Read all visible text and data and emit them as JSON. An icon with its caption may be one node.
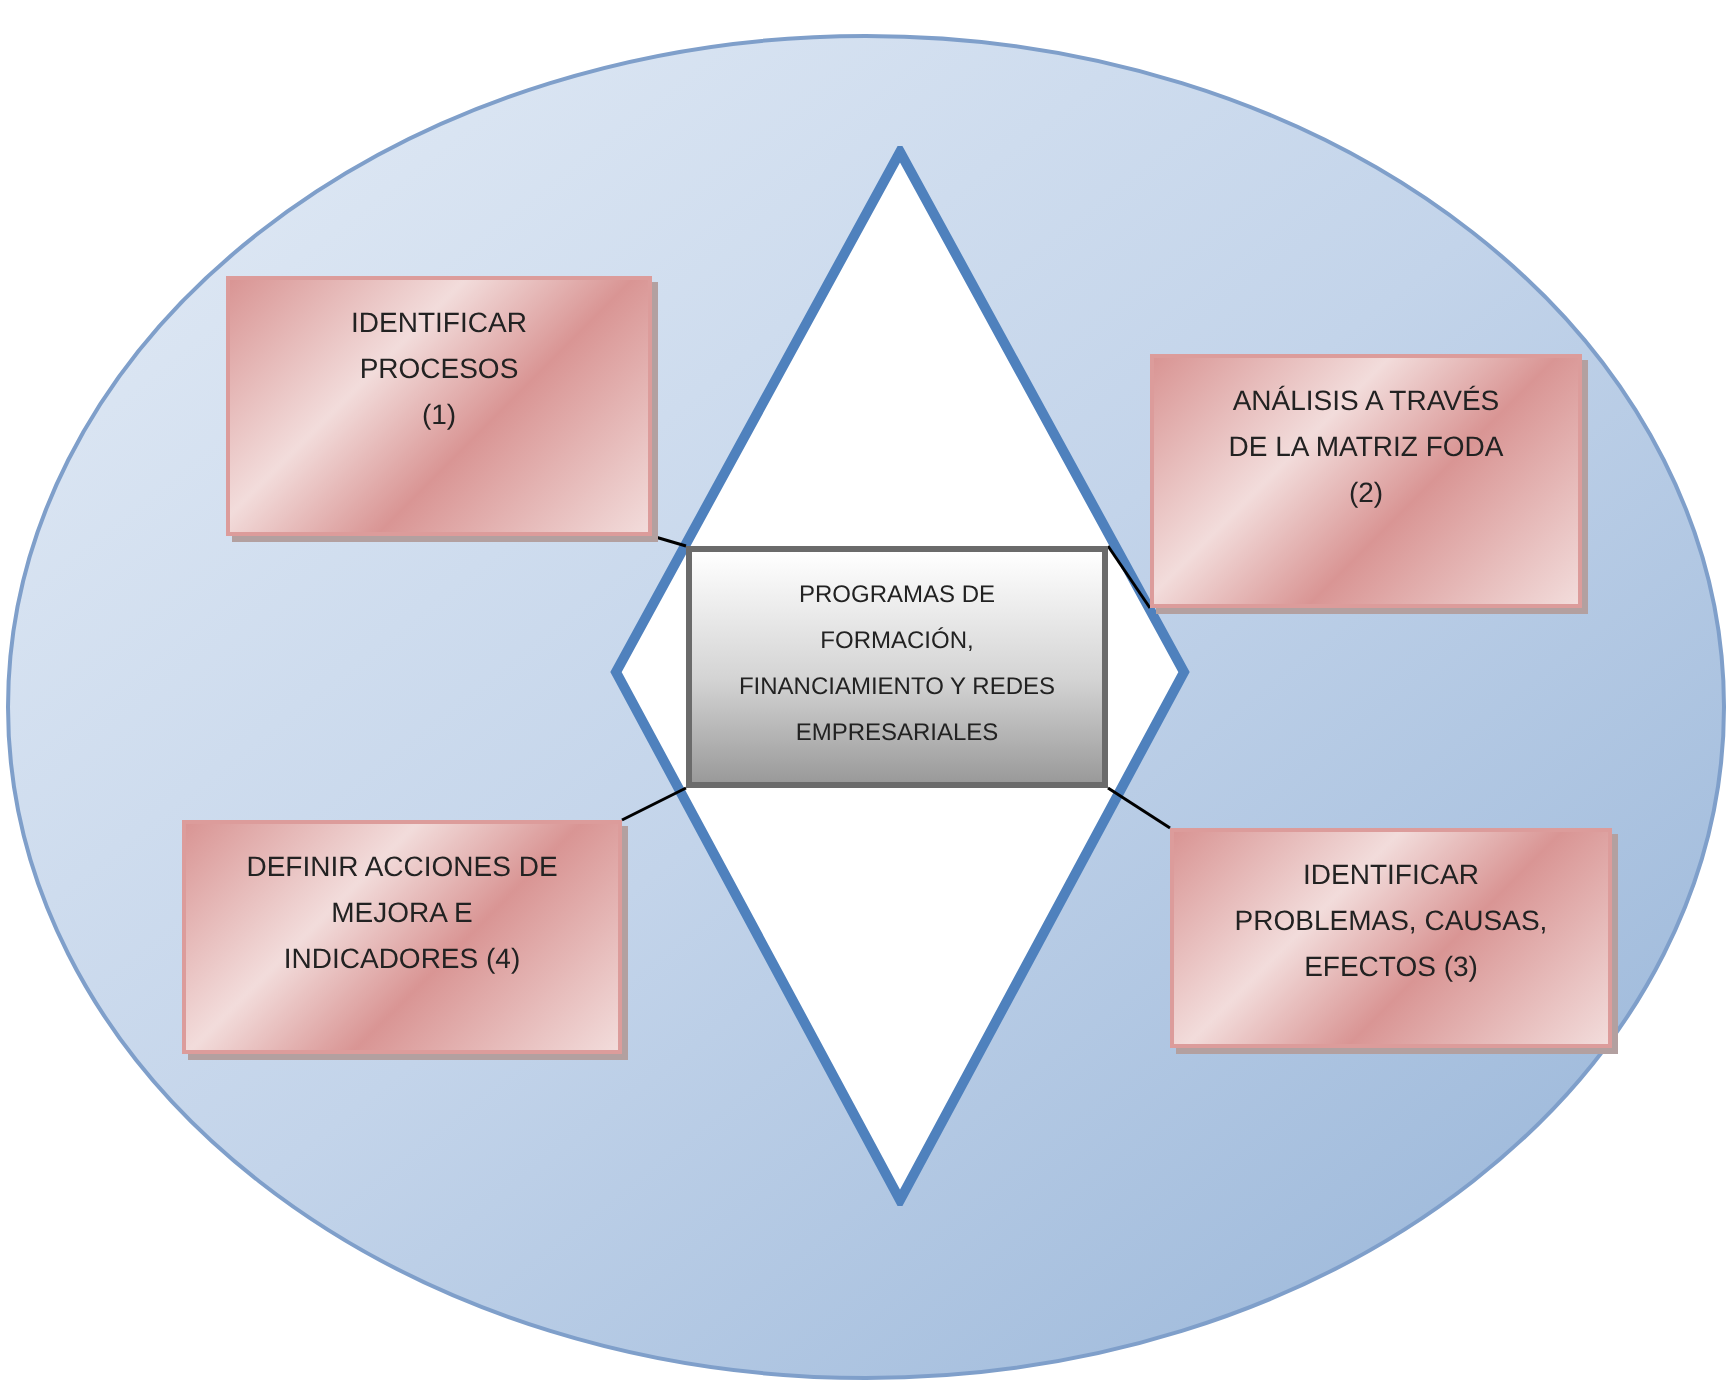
{
  "diagram": {
    "nodes": [
      {
        "text": [],
        "shape": "ellipse"
      },
      {
        "text": [],
        "shape": "diamond",
        "in": 0
      },
      {
        "text": [
          "IDENTIFICAR PROCESOS (1)"
        ],
        "in": 0
      },
      {
        "text": [
          "ANÁLISIS A TRAVÉS DE LA MATRIZ FODA (2)"
        ],
        "in": 0
      },
      {
        "text": [
          "PROGRAMAS DE FORMACIÓN, FINANCIAMIENTO Y REDES EMPRESARIALES"
        ],
        "in": 1
      },
      {
        "text": [
          "DEFINIR ACCIONES DE MEJORA E INDICADORES (4)"
        ],
        "in": 0
      },
      {
        "text": [
          "IDENTIFICAR PROBLEMAS, CAUSAS, EFECTOS (3)"
        ],
        "in": 0
      }
    ],
    "edges": [
      {
        "from": 2,
        "to": 4,
        "arrow": "none"
      },
      {
        "from": 3,
        "to": 4,
        "arrow": "none"
      },
      {
        "from": 5,
        "to": 4,
        "arrow": "none"
      },
      {
        "from": 6,
        "to": 4,
        "arrow": "none"
      }
    ]
  }
}
